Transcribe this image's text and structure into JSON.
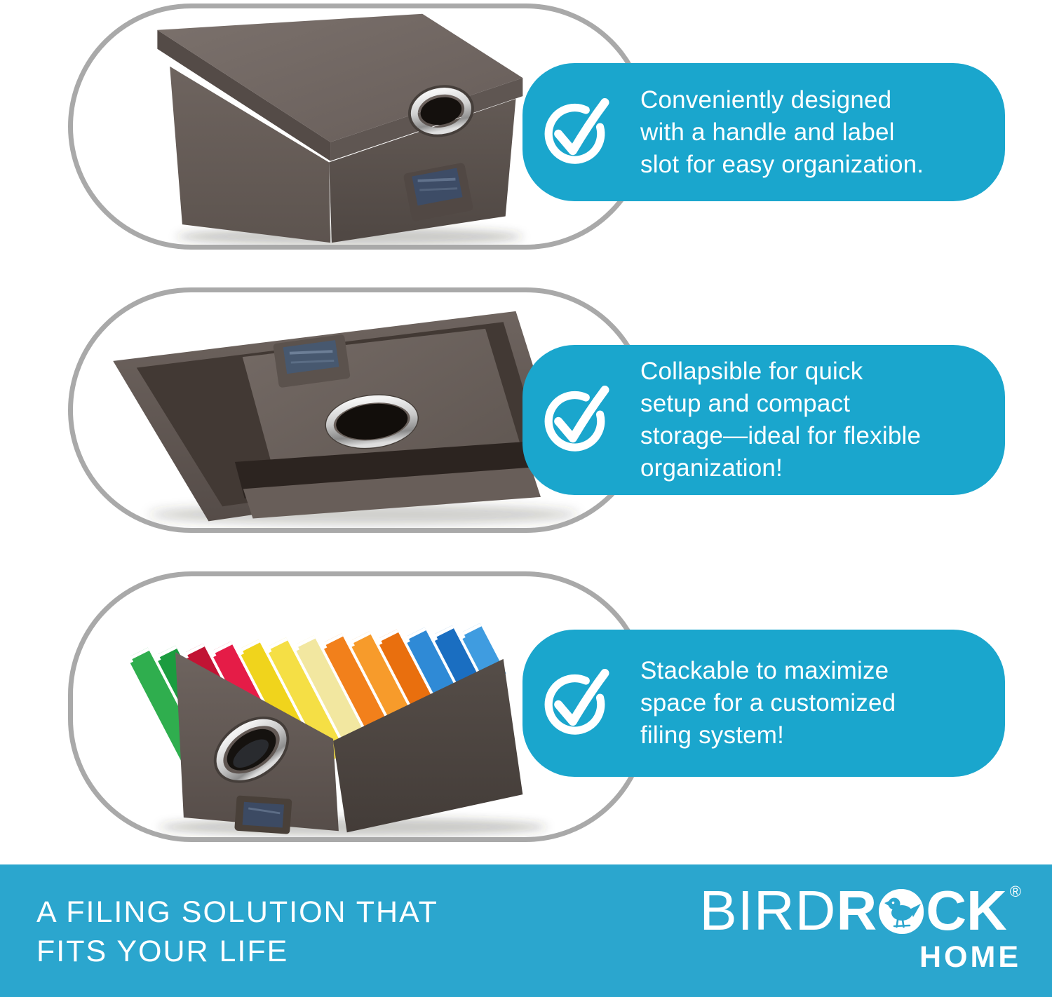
{
  "features": [
    {
      "lines": [
        "Conveniently designed",
        "with a handle and label",
        "slot for easy organization."
      ]
    },
    {
      "lines": [
        "Collapsible for quick",
        "setup and compact",
        "storage—ideal for flexible",
        "organization!"
      ]
    },
    {
      "lines": [
        "Stackable to maximize",
        "space for a customized",
        "filing system!"
      ]
    }
  ],
  "banner": {
    "tagline_lines": [
      "A FILING SOLUTION THAT",
      "FITS YOUR LIFE"
    ],
    "brand": {
      "part_thin": "BIRD",
      "part_bold_pre": "R",
      "part_bold_post": "CK",
      "registered": "®",
      "sub_label": "HOME"
    }
  },
  "colors": {
    "bubble_blue": "#1aa6cd",
    "banner_blue": "#2ba6ce",
    "capsule_border": "#a9a9a9",
    "fabric_gray_brown": "#6b615d",
    "fabric_dark": "#564d49",
    "chrome": "#d9d9d9",
    "label_navy": "#3d4c66",
    "folders": [
      "#2fae4e",
      "#1b9c3f",
      "#c11434",
      "#e51c47",
      "#f0d41c",
      "#f5df45",
      "#f2e7a0",
      "#f2801b",
      "#f79b2b",
      "#e96f0e",
      "#2f8ad6",
      "#1a6ec1",
      "#3f9ce0"
    ]
  }
}
